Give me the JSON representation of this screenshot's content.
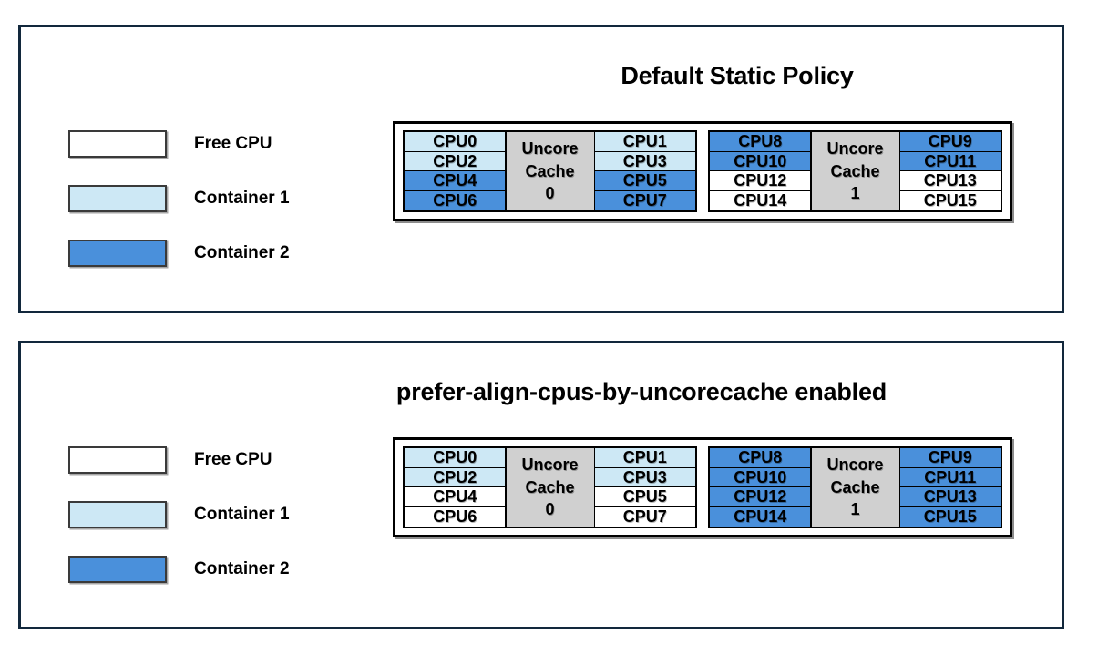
{
  "legend": {
    "items": [
      {
        "label": "Free CPU",
        "color": "#ffffff"
      },
      {
        "label": "Container 1",
        "color": "#cde8f5"
      },
      {
        "label": "Container 2",
        "color": "#4a90db"
      }
    ]
  },
  "colors": {
    "free_cpu": "#ffffff",
    "container_1": "#cde8f5",
    "container_2": "#4a90db",
    "uncore_cache": "#d0d0d0",
    "panel_border": "#12283c",
    "box_border": "#000000"
  },
  "panels": [
    {
      "id": "default-static-policy",
      "title": "Default Static Policy",
      "cache_groups": [
        {
          "cache_label_line1": "Uncore",
          "cache_label_line2": "Cache",
          "cache_label_line3": "0",
          "left_column": [
            {
              "label": "CPU0",
              "owner": "container_1"
            },
            {
              "label": "CPU2",
              "owner": "container_1"
            },
            {
              "label": "CPU4",
              "owner": "container_2"
            },
            {
              "label": "CPU6",
              "owner": "container_2"
            }
          ],
          "right_column": [
            {
              "label": "CPU1",
              "owner": "container_1"
            },
            {
              "label": "CPU3",
              "owner": "container_1"
            },
            {
              "label": "CPU5",
              "owner": "container_2"
            },
            {
              "label": "CPU7",
              "owner": "container_2"
            }
          ]
        },
        {
          "cache_label_line1": "Uncore",
          "cache_label_line2": "Cache",
          "cache_label_line3": "1",
          "left_column": [
            {
              "label": "CPU8",
              "owner": "container_2"
            },
            {
              "label": "CPU10",
              "owner": "container_2"
            },
            {
              "label": "CPU12",
              "owner": "free_cpu"
            },
            {
              "label": "CPU14",
              "owner": "free_cpu"
            }
          ],
          "right_column": [
            {
              "label": "CPU9",
              "owner": "container_2"
            },
            {
              "label": "CPU11",
              "owner": "container_2"
            },
            {
              "label": "CPU13",
              "owner": "free_cpu"
            },
            {
              "label": "CPU15",
              "owner": "free_cpu"
            }
          ]
        }
      ]
    },
    {
      "id": "prefer-align-cpus-by-uncorecache-enabled",
      "title": "prefer-align-cpus-by-uncorecache enabled",
      "cache_groups": [
        {
          "cache_label_line1": "Uncore",
          "cache_label_line2": "Cache",
          "cache_label_line3": "0",
          "left_column": [
            {
              "label": "CPU0",
              "owner": "container_1"
            },
            {
              "label": "CPU2",
              "owner": "container_1"
            },
            {
              "label": "CPU4",
              "owner": "free_cpu"
            },
            {
              "label": "CPU6",
              "owner": "free_cpu"
            }
          ],
          "right_column": [
            {
              "label": "CPU1",
              "owner": "container_1"
            },
            {
              "label": "CPU3",
              "owner": "container_1"
            },
            {
              "label": "CPU5",
              "owner": "free_cpu"
            },
            {
              "label": "CPU7",
              "owner": "free_cpu"
            }
          ]
        },
        {
          "cache_label_line1": "Uncore",
          "cache_label_line2": "Cache",
          "cache_label_line3": "1",
          "left_column": [
            {
              "label": "CPU8",
              "owner": "container_2"
            },
            {
              "label": "CPU10",
              "owner": "container_2"
            },
            {
              "label": "CPU12",
              "owner": "container_2"
            },
            {
              "label": "CPU14",
              "owner": "container_2"
            }
          ],
          "right_column": [
            {
              "label": "CPU9",
              "owner": "container_2"
            },
            {
              "label": "CPU11",
              "owner": "container_2"
            },
            {
              "label": "CPU13",
              "owner": "container_2"
            },
            {
              "label": "CPU15",
              "owner": "container_2"
            }
          ]
        }
      ]
    }
  ]
}
